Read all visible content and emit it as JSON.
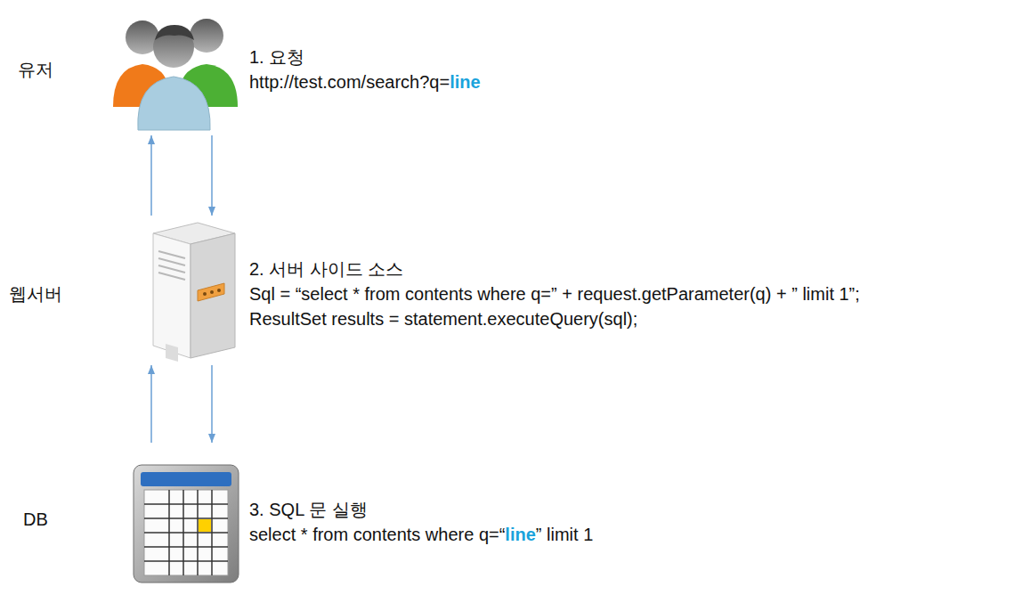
{
  "diagram": {
    "nodes": [
      {
        "text": [
          "1. 요청",
          "http://test.com/search?q=",
          "line"
        ]
      },
      {
        "text": [
          "2. 서버 사이드 소스",
          "Sql = “select * from contents where q=” + request.getParameter(q) + ” limit 1”;",
          "ResultSet results = statement.executeQuery(sql);"
        ]
      },
      {
        "text": [
          "3. SQL 문 실행",
          "select * from contents where q=“",
          "line",
          "” limit 1"
        ]
      }
    ],
    "edges": [
      {
        "from": 1,
        "to": 0,
        "arrow": "to"
      },
      {
        "from": 0,
        "to": 1,
        "arrow": "to"
      },
      {
        "from": 2,
        "to": 1,
        "arrow": "to"
      },
      {
        "from": 1,
        "to": 2,
        "arrow": "to"
      }
    ],
    "labels": [
      "유저",
      "웹서버",
      "DB"
    ]
  }
}
